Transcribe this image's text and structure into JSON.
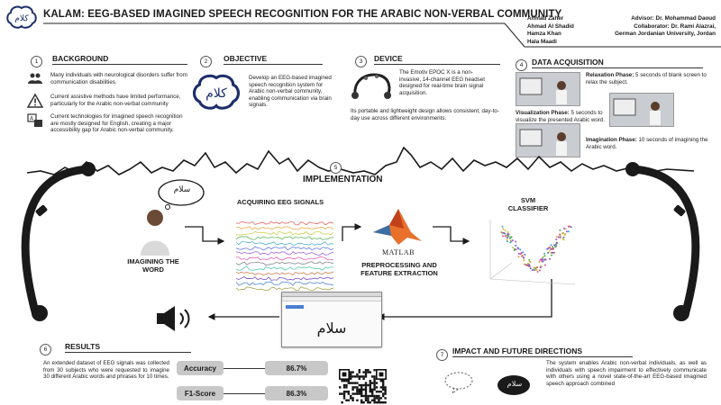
{
  "header": {
    "title": "KALAM: EEG-BASED IMAGINED SPEECH RECOGNITION FOR THE ARABIC NON-VERBAL COMMUNITY",
    "authors": [
      "Ahmad Zaher",
      "Ahmad Al Shadid",
      "Hamza Khan",
      "Hala Maadi"
    ],
    "advisor": "Advisor: Dr. Mohammad Daoud",
    "collaborator": "Collaborator: Dr. Rami Alazrai,",
    "collaborator_affil": "German Jordanian University, Jordan"
  },
  "logo_text": "كلام",
  "sections": {
    "background": {
      "num": "1",
      "title": "BACKGROUND",
      "items": [
        "Many individuals with neurological disorders suffer from communication disabilities.",
        "Current assistive methods have limited performance, particularly for the Arabic non-verbal community",
        "Current technologies for imagined speech recognition are mostly designed for English, creating a major accessibility gap for Arabic non-verbal community."
      ]
    },
    "objective": {
      "num": "2",
      "title": "OBJECTIVE",
      "text": "Develop an EEG-based imagined speech recognition system for Arabic non-verbal community, enabling communication via brain signals."
    },
    "device": {
      "num": "3",
      "title": "DEVICE",
      "text1": "The Emotiv EPOC X is a non-invasive, 14-channel EEG headset designed for real-time brain signal acquisition.",
      "text2": "Its portable and lightweight design allows consistent, day-to-day use across different environments."
    },
    "acquisition": {
      "num": "4",
      "title": "DATA ACQUISITION",
      "relax_label": "Relaxation Phase:",
      "relax_text": "5 seconds of blank screen to relax the subject.",
      "visual_label": "Visualization Phase:",
      "visual_text": "5 seconds to visualize the presented Arabic word.",
      "imag_label": "Imagination Phase:",
      "imag_text": "10 seconds of imagining the Arabic word."
    },
    "implementation": {
      "num": "5",
      "title": "IMPLEMENTATION",
      "imagining": "IMAGINING THE WORD",
      "acquiring": "ACQUIRING EEG SIGNALS",
      "preprocessing": "PREPROCESSING AND FEATURE EXTRACTION",
      "svm": "SVM CLASSIFIER",
      "matlab": "MATLAB",
      "bubble_word": "سلام",
      "app_word": "سلام"
    },
    "results": {
      "num": "6",
      "title": "RESULTS",
      "text": "An extended dataset of EEG signals was collected from 30 subjects who were requested to imagine 30 different Arabic words and phrases for 10 times.",
      "metrics": [
        {
          "label": "Accuracy",
          "value": "86.7%"
        },
        {
          "label": "F1-Score",
          "value": "86.3%"
        }
      ]
    },
    "impact": {
      "num": "7",
      "title": "IMPACT AND FUTURE DIRECTIONS",
      "text": "The system enables Arabic non-verbal individuals, as well as individuals with speech impairment to effectively communicate with others using a novel state-of-the-art EEG-based imagined speech approach combined",
      "bubble_word": "سلام"
    }
  },
  "colors": {
    "accent": "#1a1a1a",
    "metric_bg": "#c8c8c8",
    "matlab_orange": "#e8702a"
  }
}
